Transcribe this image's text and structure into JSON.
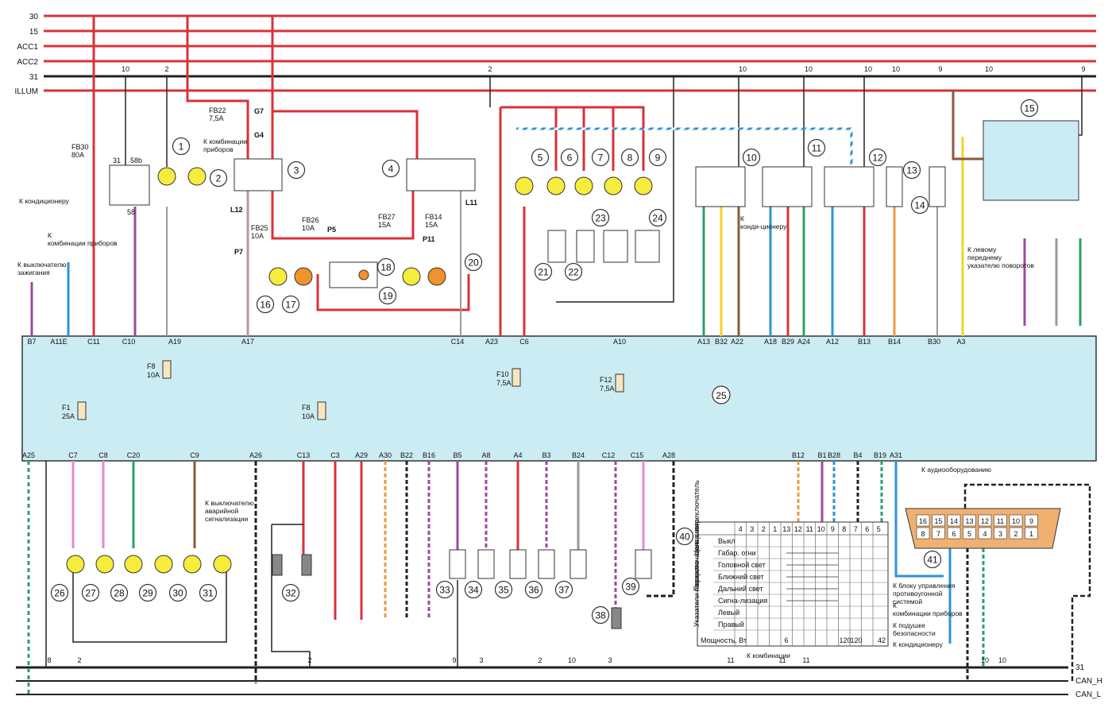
{
  "colors": {
    "red": "#d8323a",
    "black": "#222222",
    "unit_fill": "#ccecf3",
    "lamp": "#f6ec3c",
    "motor": "#f0922e",
    "blue": "#2c93d8",
    "green": "#2aa06a",
    "yellow": "#f1d32a",
    "purple": "#9a4b9d",
    "orange": "#eb9a45",
    "brown": "#8b5a3c",
    "grey": "#9a9a9a",
    "pink": "#e48ad3"
  },
  "buses": [
    {
      "name": "30"
    },
    {
      "name": "15"
    },
    {
      "name": "ACC1"
    },
    {
      "name": "ACC2"
    },
    {
      "name": "31"
    },
    {
      "name": "ILLUM"
    }
  ],
  "bottom_buses": [
    {
      "name": "31"
    },
    {
      "name": "CAN_H"
    },
    {
      "name": "CAN_L"
    }
  ],
  "central_unit_label": "25",
  "top_pins": [
    "B7",
    "A11E",
    "C11",
    "C10",
    "A19",
    "A17",
    "C14",
    "A23",
    "C6",
    "A10",
    "A13",
    "B32",
    "A22",
    "A18",
    "B29",
    "A24",
    "A12",
    "B13",
    "B14",
    "B30",
    "A3"
  ],
  "bottom_pins": [
    "A25",
    "C7",
    "C8",
    "C20",
    "C9",
    "A26",
    "C13",
    "C3",
    "A29",
    "A30",
    "B22",
    "B16",
    "B5",
    "A8",
    "A4",
    "B3",
    "B24",
    "C12",
    "C15",
    "A28",
    "B12",
    "B1",
    "B28",
    "B4",
    "B19",
    "A31"
  ],
  "inner_fuses": [
    {
      "name": "F8",
      "rating": "10A"
    },
    {
      "name": "F10",
      "rating": "7,5A"
    },
    {
      "name": "F12",
      "rating": "7,5A"
    },
    {
      "name": "F1",
      "rating": "25A"
    },
    {
      "name": "F8",
      "rating": "10A"
    }
  ],
  "outer_fuses": [
    {
      "name": "FB22",
      "rating": "7,5A"
    },
    {
      "name": "FB30",
      "rating": "80A"
    },
    {
      "name": "FB25",
      "rating": "10A"
    },
    {
      "name": "FB26",
      "rating": "10A"
    },
    {
      "name": "FB27",
      "rating": "15A"
    },
    {
      "name": "FB14",
      "rating": "15A"
    }
  ],
  "connector_labels": [
    "G7",
    "G4",
    "L12",
    "L11",
    "P7",
    "P5",
    "P11"
  ],
  "top_wire_numbers": [
    "10",
    "2",
    "2",
    "10",
    "10",
    "10",
    "10",
    "9",
    "9",
    "10"
  ],
  "bottom_wire_numbers": [
    "8",
    "2",
    "2",
    "9",
    "3",
    "2",
    "10",
    "3",
    "11",
    "11",
    "11",
    "10",
    "10"
  ],
  "components": [
    "1",
    "2",
    "3",
    "4",
    "5",
    "6",
    "7",
    "8",
    "9",
    "10",
    "11",
    "12",
    "13",
    "14",
    "15",
    "16",
    "17",
    "18",
    "19",
    "20",
    "21",
    "22",
    "23",
    "24",
    "26",
    "27",
    "28",
    "29",
    "30",
    "31",
    "32",
    "33",
    "34",
    "35",
    "36",
    "37",
    "38",
    "39",
    "40",
    "41"
  ],
  "relay_pins": [
    "31",
    "58b",
    "58"
  ],
  "notes": {
    "to_ac": "К кондиционеру",
    "to_cluster": "К комбинации приборов",
    "to_cluster_top": "К комбинации приборов",
    "to_ign_switch": "К выключателю зажигания",
    "to_ac_mid": "К конди-ционеру",
    "to_left_turn": "К левому переднему указателю поворотов",
    "to_hazard": "К выключателю аварийной сигнализации",
    "to_audio": "К аудиооборудованию",
    "to_antitheft": "К блоку управления противоугонной системой",
    "to_cluster2": "К комбинации приборов",
    "to_airbag": "К подушке безопасности",
    "to_ac2": "К кондиционеру",
    "to_cluster3": "К комбинации приборов"
  },
  "switch_table": {
    "header": [
      "4",
      "3",
      "2",
      "1",
      "13",
      "12",
      "11",
      "10",
      "9",
      "8",
      "7",
      "6",
      "5"
    ],
    "rows": [
      {
        "group": "Центр. переключатель",
        "label": "Выкл"
      },
      {
        "group": "",
        "label": "Габар. огни"
      },
      {
        "group": "",
        "label": "Головной свет"
      },
      {
        "group": "Переключатель света",
        "label": "Ближний свет"
      },
      {
        "group": "",
        "label": "Дальний свет"
      },
      {
        "group": "",
        "label": "Сигна-лизация"
      },
      {
        "group": "Указатели поворота",
        "label": "Левый"
      },
      {
        "group": "",
        "label": "Правый"
      }
    ],
    "power_label": "Мощность, Вт",
    "power_values": [
      "6",
      "120",
      "120",
      "42"
    ]
  },
  "diag_connector": {
    "top": [
      "16",
      "15",
      "14",
      "13",
      "12",
      "11",
      "10",
      "9"
    ],
    "bottom": [
      "8",
      "7",
      "6",
      "5",
      "4",
      "3",
      "2",
      "1"
    ]
  }
}
